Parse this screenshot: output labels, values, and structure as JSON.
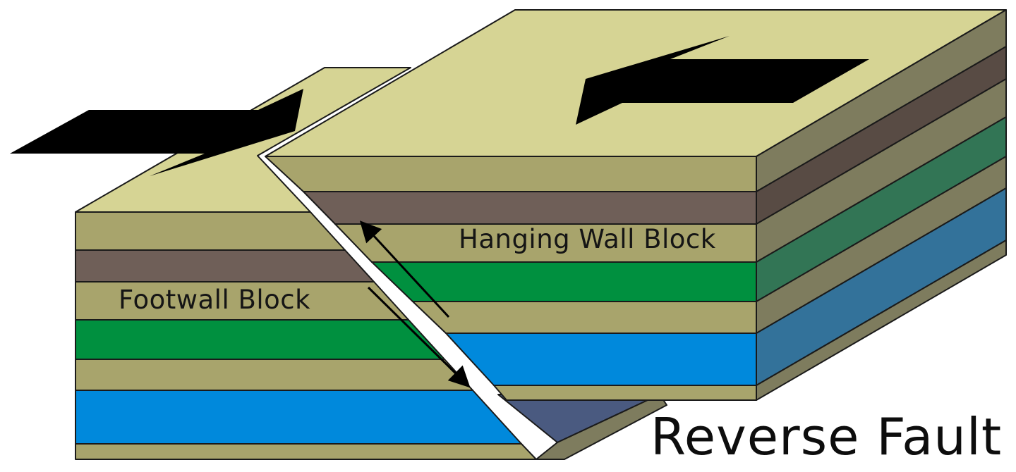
{
  "diagram": {
    "title": "Reverse Fault",
    "labels": {
      "hanging_wall": "Hanging Wall Block",
      "footwall": "Footwall Block"
    },
    "colors": {
      "top_surface": "#d6d494",
      "olive_layer": "#a8a46c",
      "brown_layer": "#6f5f58",
      "green_layer": "#00903f",
      "blue_layer": "#0089dc",
      "side_olive": "#7e7c5e",
      "side_brown": "#584b44",
      "side_green": "#327555",
      "side_blue": "#33729a",
      "outline": "#1a1a1a",
      "arrow": "#000000"
    }
  }
}
